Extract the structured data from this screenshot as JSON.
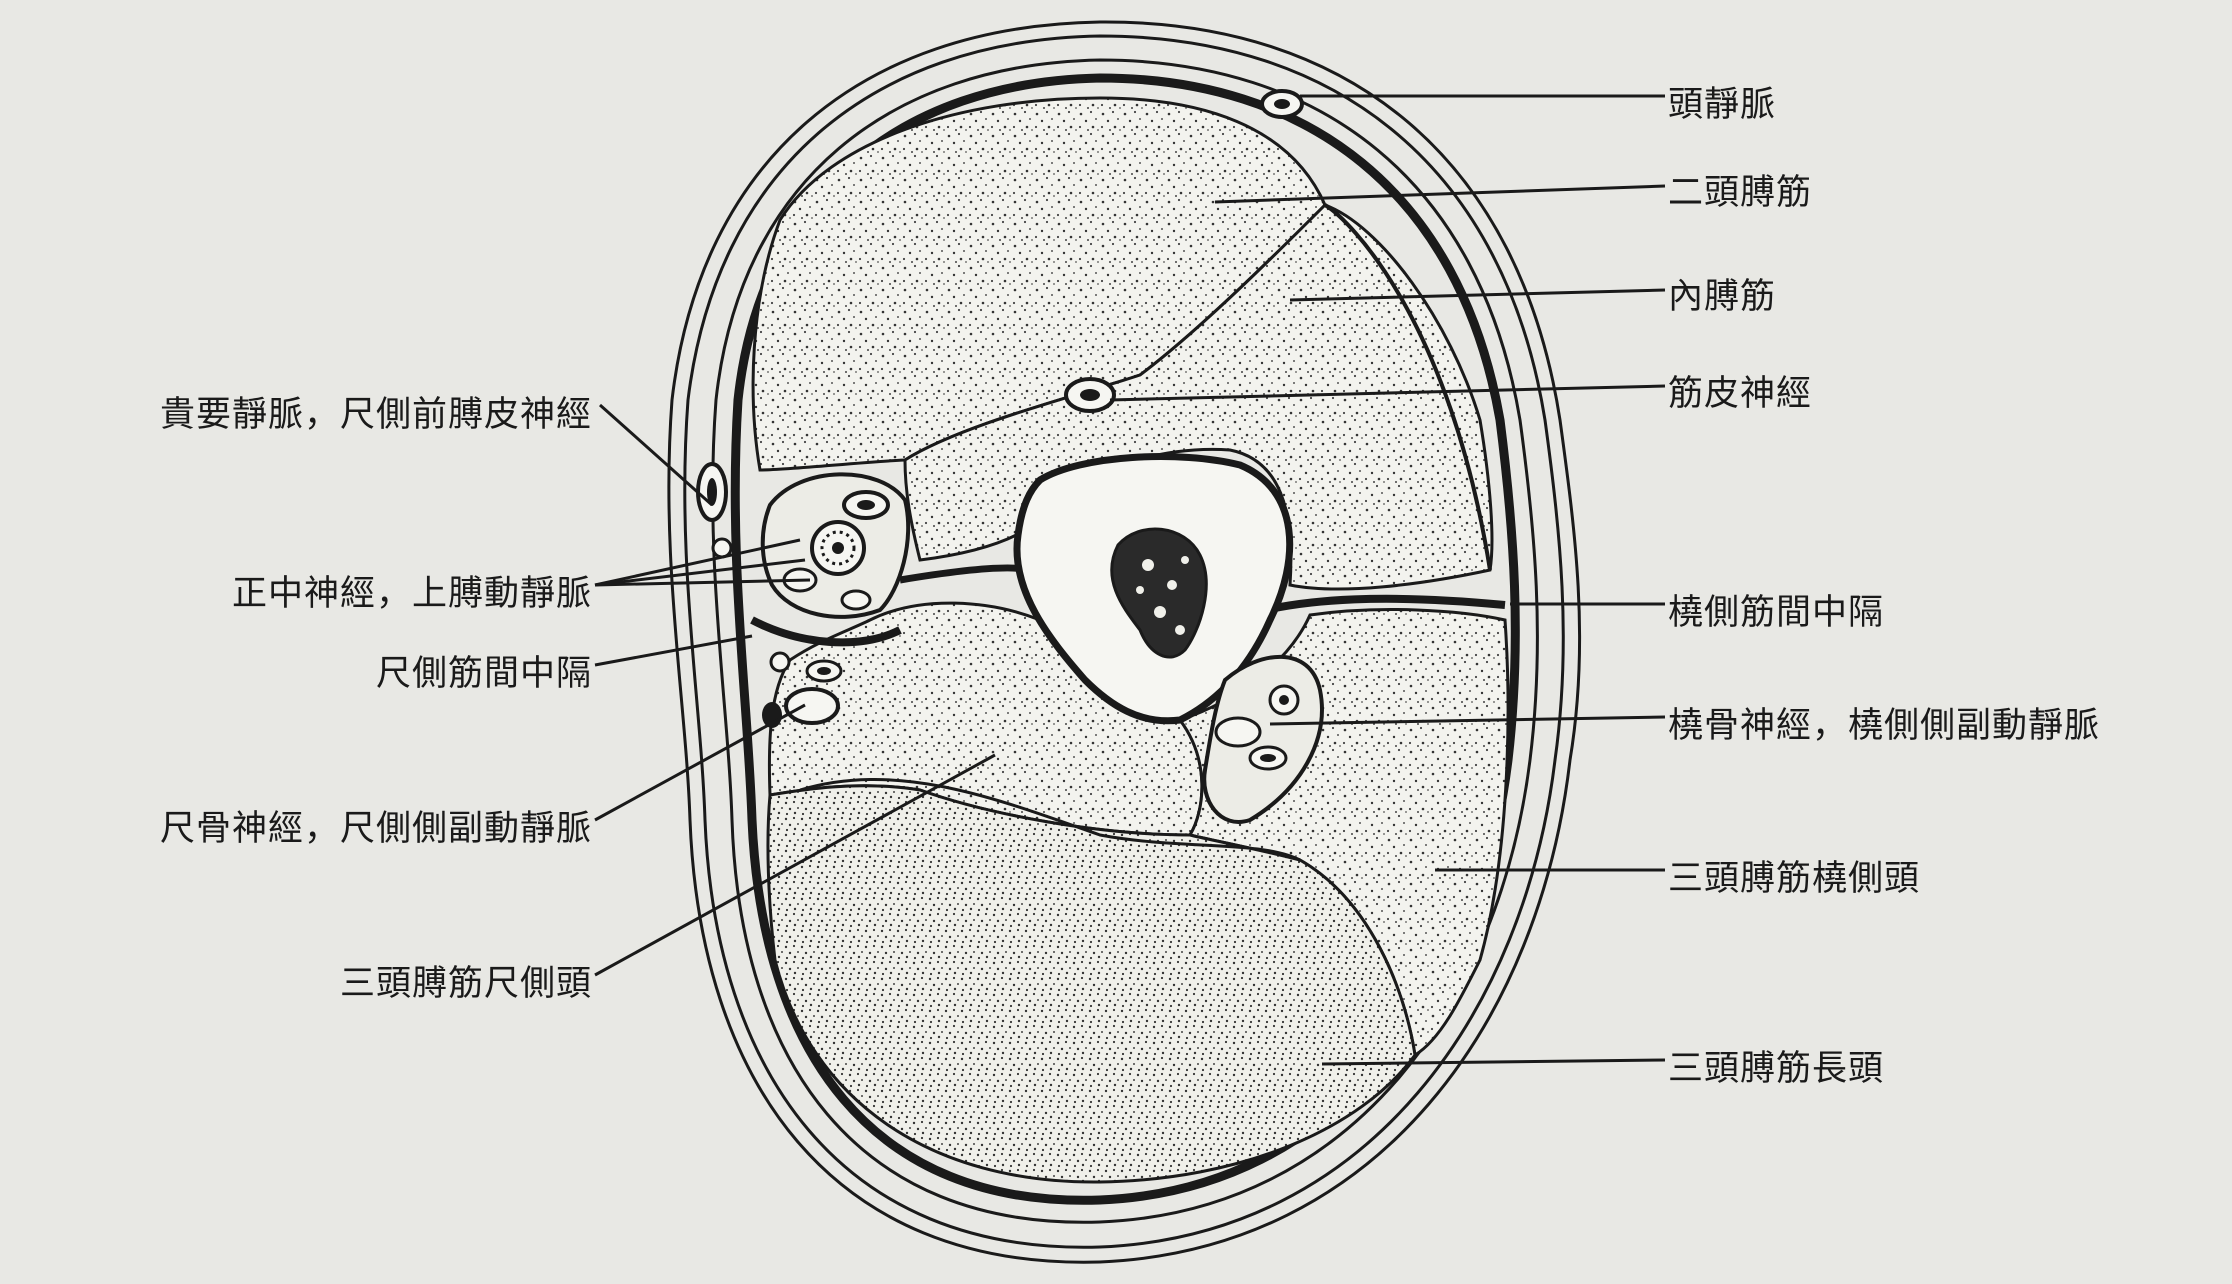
{
  "labels": {
    "right": [
      "頭靜脈",
      "二頭膊筋",
      "內膊筋",
      "筋皮神經",
      "橈側筋間中隔",
      "橈骨神經，橈側側副動靜脈",
      "三頭膊筋橈側頭",
      "三頭膊筋長頭"
    ],
    "left": [
      "貴要靜脈，尺側前膊皮神經",
      "正中神經，上膊動靜脈",
      "尺側筋間中隔",
      "尺骨神經，尺側側副動靜脈",
      "三頭膊筋尺側頭"
    ]
  },
  "colors": {
    "background": "#e8e8e4",
    "ink": "#1a1a1a",
    "muscle": "#f4f4f0"
  }
}
